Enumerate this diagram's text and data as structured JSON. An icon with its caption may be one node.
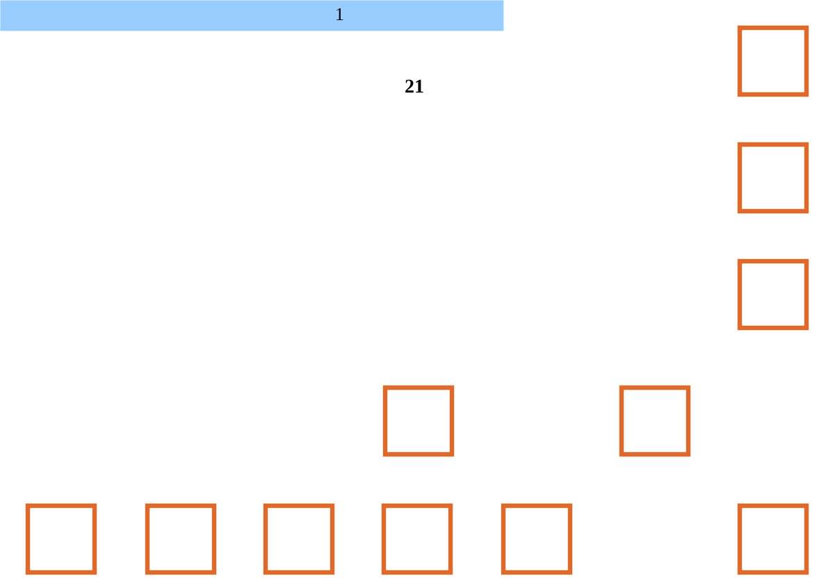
{
  "diagram": {
    "nodes": [
      {
        "text": [
          "1"
        ]
      },
      {
        "text": [],
        "shape": "box"
      },
      {
        "text": [],
        "shape": "box"
      },
      {
        "text": [],
        "shape": "box"
      },
      {
        "text": [],
        "shape": "box"
      },
      {
        "text": [],
        "shape": "box"
      },
      {
        "text": [],
        "shape": "box"
      },
      {
        "text": [],
        "shape": "box"
      },
      {
        "text": [],
        "shape": "box"
      },
      {
        "text": [],
        "shape": "box"
      },
      {
        "text": [],
        "shape": "box"
      },
      {
        "text": [],
        "shape": "box"
      }
    ],
    "labels": [
      "21"
    ]
  }
}
